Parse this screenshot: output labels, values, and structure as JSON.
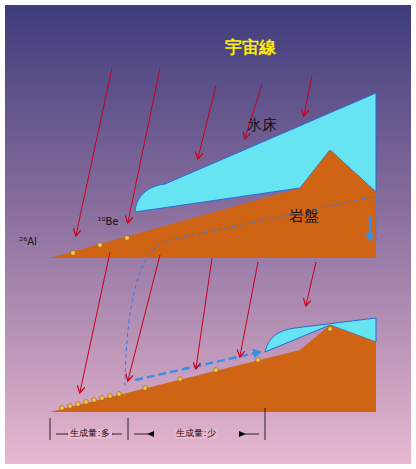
{
  "diagram": {
    "labels": [
      "宇宙線",
      "氷床",
      "岩盤",
      "²⁶Al",
      "¹⁰Be",
      "生成量:多",
      "生成量:少"
    ]
  }
}
